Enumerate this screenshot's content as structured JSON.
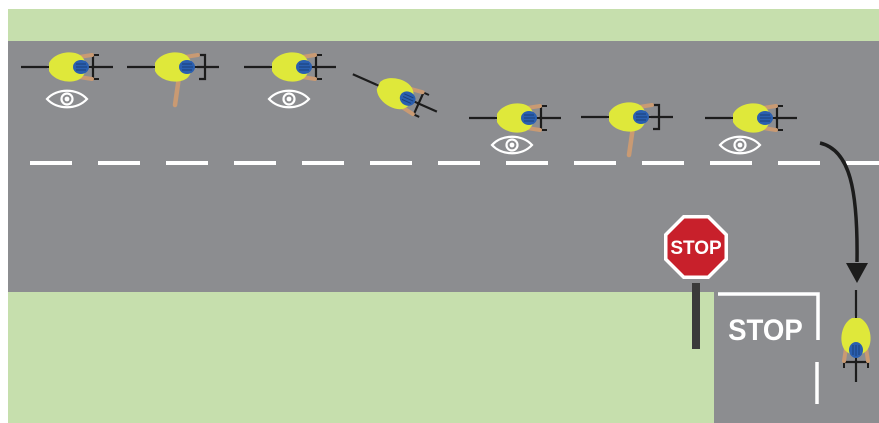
{
  "colors": {
    "grass": "#c6dfad",
    "road": "#8c8d90",
    "road_marking": "#ffffff",
    "jersey": "#dfe83a",
    "helmet": "#2a5fb0",
    "skin": "#c99a73",
    "bike": "#1c1c1c",
    "stop_sign_red": "#c8202b",
    "post": "#3a3a3a",
    "arrow": "#1c1c1c"
  },
  "stop_sign": {
    "label": "STOP"
  },
  "road_marking": {
    "label": "STOP"
  },
  "cyclists": [
    {
      "id": "cyclist-1",
      "icon": "cyclist",
      "hand_signal": false,
      "eye_icon": true
    },
    {
      "id": "cyclist-2",
      "icon": "cyclist",
      "hand_signal": true,
      "eye_icon": false
    },
    {
      "id": "cyclist-3",
      "icon": "cyclist",
      "hand_signal": false,
      "eye_icon": true
    },
    {
      "id": "cyclist-4",
      "icon": "cyclist",
      "hand_signal": false,
      "eye_icon": false
    },
    {
      "id": "cyclist-5",
      "icon": "cyclist",
      "hand_signal": false,
      "eye_icon": true
    },
    {
      "id": "cyclist-6",
      "icon": "cyclist",
      "hand_signal": true,
      "eye_icon": false
    },
    {
      "id": "cyclist-7",
      "icon": "cyclist",
      "hand_signal": false,
      "eye_icon": true
    },
    {
      "id": "cyclist-8",
      "icon": "cyclist",
      "hand_signal": false,
      "eye_icon": false
    }
  ],
  "icons": {
    "look": "eye-icon",
    "turn": "curved-arrow-icon"
  }
}
